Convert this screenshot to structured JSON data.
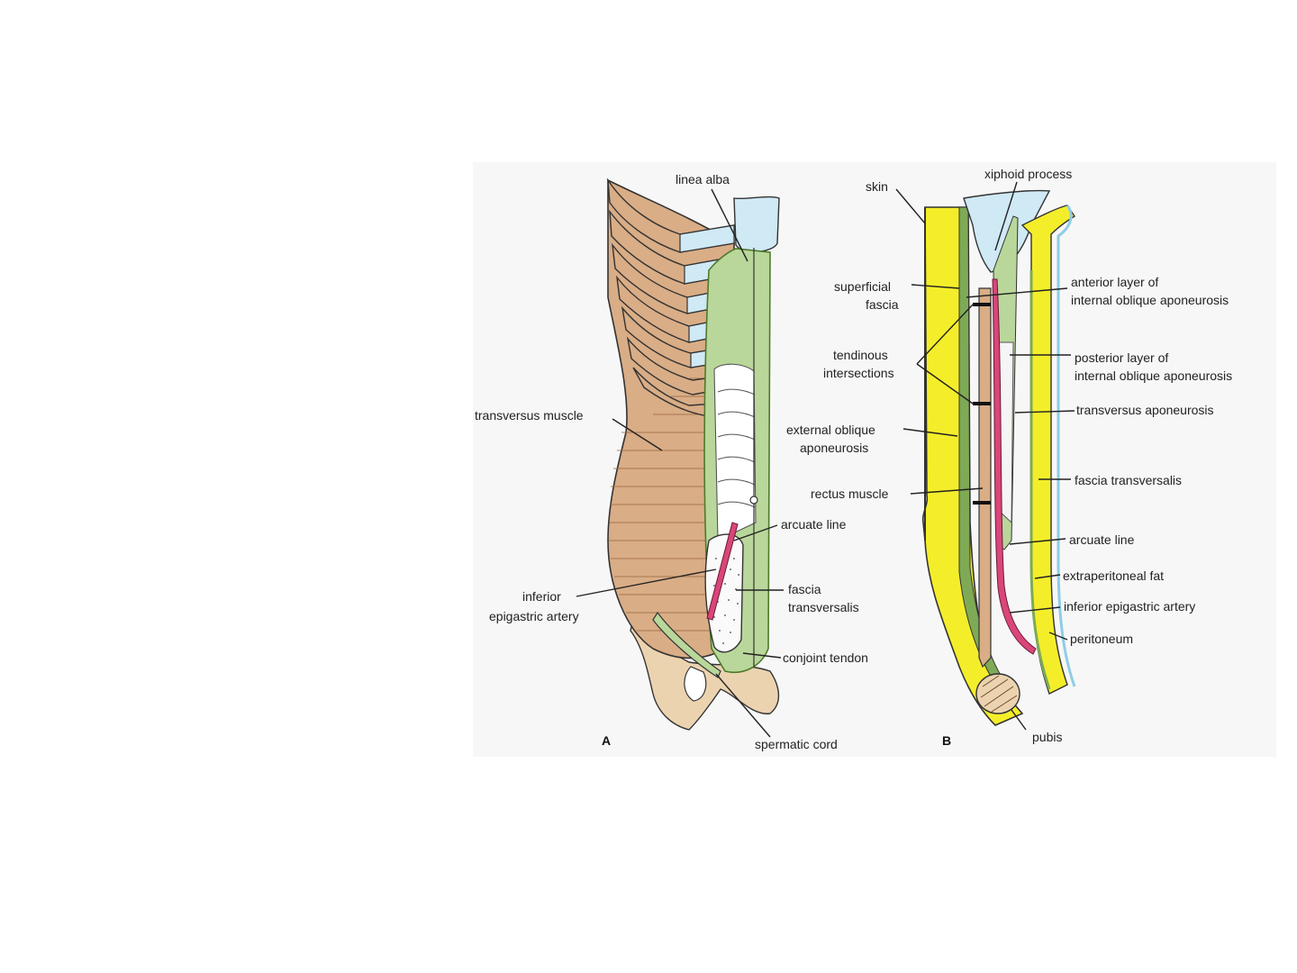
{
  "colors": {
    "background": "#ffffff",
    "figure_bg": "#f7f7f7",
    "muscle": "#d9ad86",
    "muscle_dark": "#b98a60",
    "cartilage": "#cfe9f5",
    "aponeurosis_green": "#b9d79a",
    "sheath_green": "#7faa55",
    "fat_yellow": "#f4ee2a",
    "bone": "#ecd3b0",
    "artery": "#d9467a",
    "fascia_white": "#f5f5f5",
    "peritoneum": "#8ecde6"
  },
  "panel_a": {
    "tag": "A",
    "labels": {
      "linea_alba": "linea alba",
      "transversus_muscle": "transversus muscle",
      "arcuate_line": "arcuate line",
      "inferior": "inferior",
      "epigastric_artery": "epigastric artery",
      "fascia": "fascia",
      "transversalis": "transversalis",
      "conjoint_tendon": "conjoint tendon",
      "spermatic_cord": "spermatic cord"
    }
  },
  "panel_b": {
    "tag": "B",
    "labels": {
      "skin": "skin",
      "xiphoid_process": "xiphoid process",
      "superficial": "superficial",
      "fascia": "fascia",
      "anterior_layer_of": "anterior layer of",
      "internal_oblique_aponeurosis_1": "internal oblique aponeurosis",
      "tendinous": "tendinous",
      "intersections": "intersections",
      "posterior_layer_of": "posterior layer of",
      "internal_oblique_aponeurosis_2": "internal oblique aponeurosis",
      "transversus_aponeurosis": "transversus aponeurosis",
      "external_oblique": "external oblique",
      "aponeurosis": "aponeurosis",
      "fascia_transversalis": "fascia transversalis",
      "rectus_muscle": "rectus muscle",
      "arcuate_line": "arcuate line",
      "extraperitoneal_fat": "extraperitoneal fat",
      "inferior_epigastric_artery": "inferior epigastric artery",
      "peritoneum": "peritoneum",
      "pubis": "pubis"
    }
  }
}
